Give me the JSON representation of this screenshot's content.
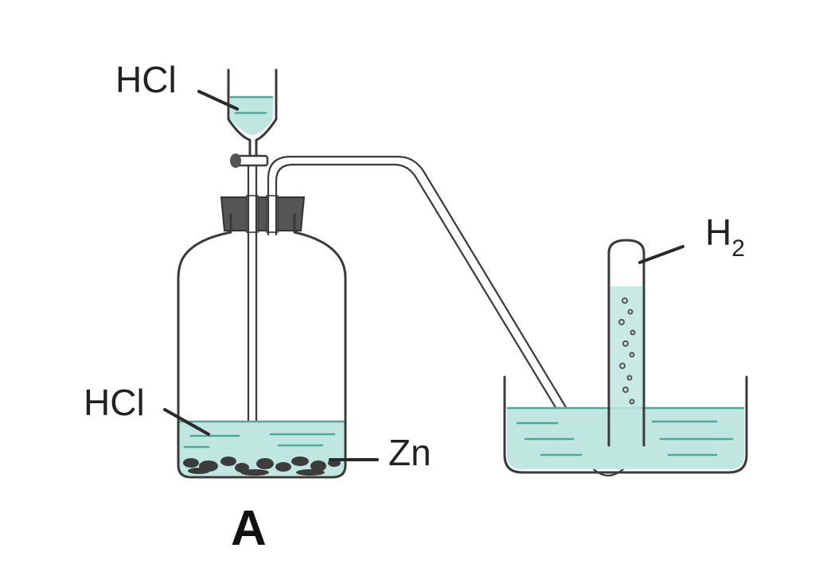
{
  "colors": {
    "liquid": "#bfe6df",
    "liquid_line": "#4fa99a",
    "stopper": "#555555",
    "zinc": "#3c3c3c"
  },
  "labels": {
    "funnel_hcl": "HCl",
    "bottle_hcl": "HCl",
    "zinc": "Zn",
    "gas_main": "H",
    "gas_sub": "2",
    "apparatus": "A"
  }
}
